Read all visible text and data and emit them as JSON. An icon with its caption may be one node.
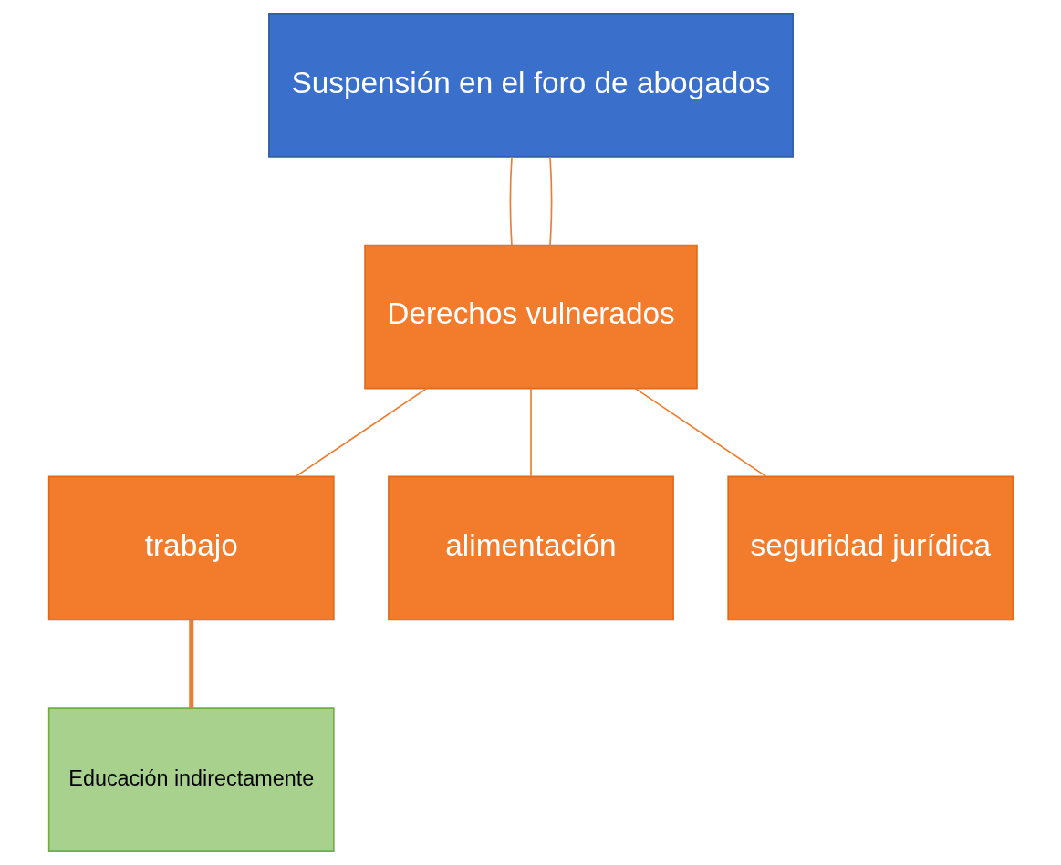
{
  "diagram": {
    "nodes": [
      {
        "text": [
          "Suspensión en el foro de abogados"
        ]
      },
      {
        "text": [
          "Derechos vulnerados"
        ]
      },
      {
        "text": [
          "trabajo"
        ]
      },
      {
        "text": [
          "alimentación"
        ]
      },
      {
        "text": [
          "seguridad jurídica"
        ]
      },
      {
        "text": [
          "Educación indirectamente"
        ]
      }
    ],
    "edges": [
      {
        "from": 0,
        "to": 1,
        "arrow": "none"
      },
      {
        "from": 0,
        "to": 1,
        "arrow": "none"
      },
      {
        "from": 1,
        "to": 2,
        "arrow": "none"
      },
      {
        "from": 1,
        "to": 3,
        "arrow": "none"
      },
      {
        "from": 1,
        "to": 4,
        "arrow": "none"
      },
      {
        "from": 2,
        "to": 5,
        "arrow": "none",
        "style": "thick"
      }
    ]
  }
}
